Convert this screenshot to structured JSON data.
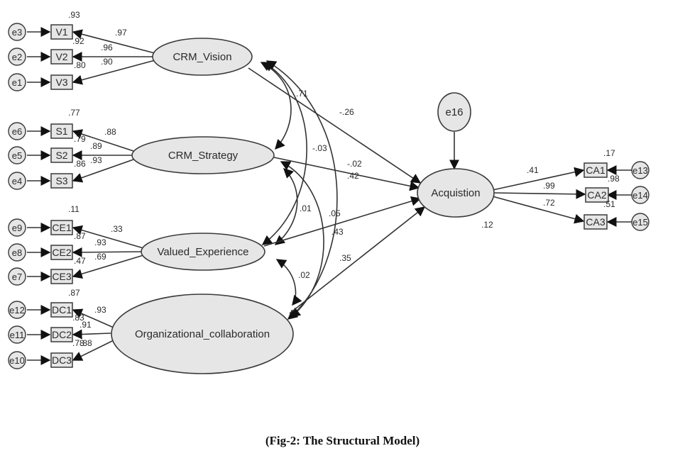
{
  "caption": "(Fig-2: The Structural Model)",
  "latents": {
    "crm_vision": "CRM_Vision",
    "crm_strategy": "CRM_Strategy",
    "valued_experience": "Valued_Experience",
    "org_collab": "Organizational_collaboration",
    "acquisition": "Acquistion",
    "e16": "e16"
  },
  "observed": {
    "v1": "V1",
    "v2": "V2",
    "v3": "V3",
    "s1": "S1",
    "s2": "S2",
    "s3": "S3",
    "ce1": "CE1",
    "ce2": "CE2",
    "ce3": "CE3",
    "dc1": "DC1",
    "dc2": "DC2",
    "dc3": "DC3",
    "ca1": "CA1",
    "ca2": "CA2",
    "ca3": "CA3"
  },
  "errors": {
    "e1": "e1",
    "e2": "e2",
    "e3": "e3",
    "e4": "e4",
    "e5": "e5",
    "e6": "e6",
    "e7": "e7",
    "e8": "e8",
    "e9": "e9",
    "e10": "e10",
    "e11": "e11",
    "e12": "e12",
    "e13": "e13",
    "e14": "e14",
    "e15": "e15"
  },
  "coefficients": {
    "v1_r2": ".93",
    "v2_r2": ".92",
    "v3_r2": ".80",
    "vision_v1": ".97",
    "vision_v2": ".96",
    "vision_v3": ".90",
    "s1_r2": ".77",
    "s2_r2": ".79",
    "s3_r2": ".86",
    "strategy_s1": ".88",
    "strategy_s2": ".89",
    "strategy_s3": ".93",
    "ce1_r2": ".11",
    "ce2_r2": ".87",
    "ce3_r2": ".47",
    "valued_ce1": ".33",
    "valued_ce2": ".93",
    "valued_ce3": ".69",
    "dc1_r2": ".87",
    "dc2_r2": ".83",
    "dc3_r2": ".78",
    "org_dc1": ".93",
    "org_dc2": ".91",
    "org_dc3": ".88",
    "ca1_r2": ".17",
    "ca2_r2": ".98",
    "ca3_r2": ".51",
    "acq_ca1": ".41",
    "acq_ca2": ".99",
    "acq_ca3": ".72",
    "vision_acq": "-.26",
    "strategy_acq": ".42",
    "valued_acq": ".43",
    "org_acq": ".35",
    "acq_r2": ".12",
    "cov_vision_strategy": ".71",
    "cov_vision_valued": "-.03",
    "cov_vision_org": "-.02",
    "cov_strategy_valued": ".01",
    "cov_strategy_org": ".05",
    "cov_valued_org": ".02"
  }
}
